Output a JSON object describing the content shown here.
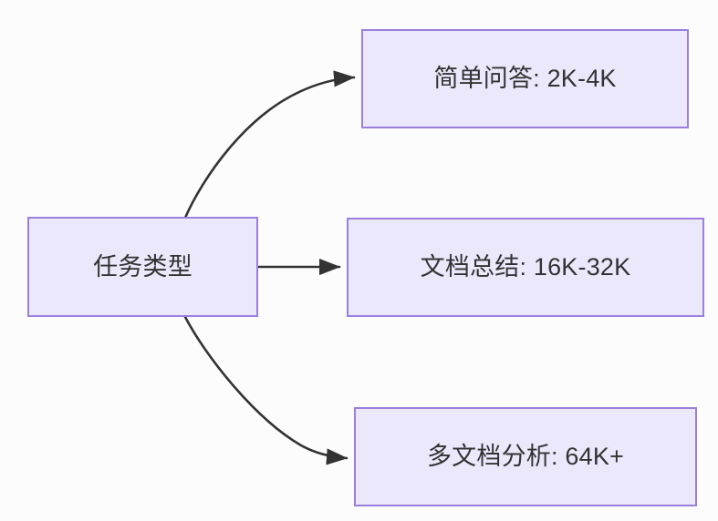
{
  "diagram": {
    "type": "flowchart",
    "direction": "left-to-right",
    "background_color": "#fcfcfc",
    "node_fill_color": "#ece8fc",
    "node_border_color": "#9b7ede",
    "node_text_color": "#333333",
    "edge_color": "#333333",
    "nodes": [
      {
        "id": "root",
        "label": "任务类型"
      },
      {
        "id": "simple_qa",
        "label": "简单问答: 2K-4K"
      },
      {
        "id": "doc_sum",
        "label": "文档总结: 16K-32K"
      },
      {
        "id": "multi_doc",
        "label": "多文档分析: 64K+"
      }
    ],
    "edges": [
      {
        "from": "root",
        "to": "simple_qa",
        "label": "",
        "style": "curved-up",
        "arrow": "arrowhead-icon"
      },
      {
        "from": "root",
        "to": "doc_sum",
        "label": "",
        "style": "straight",
        "arrow": "arrowhead-icon"
      },
      {
        "from": "root",
        "to": "multi_doc",
        "label": "",
        "style": "curved-down",
        "arrow": "arrowhead-icon"
      }
    ]
  }
}
